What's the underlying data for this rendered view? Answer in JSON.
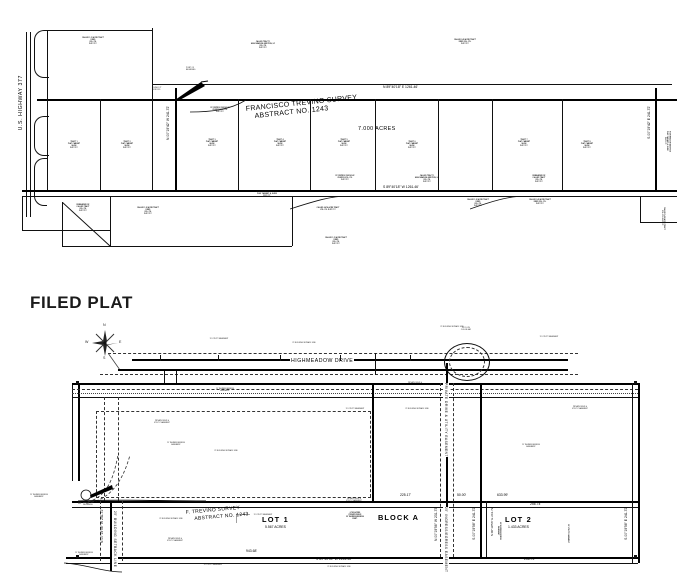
{
  "document": {
    "type": "survey-plat",
    "background_color": "#ffffff",
    "ink_color": "#111111"
  },
  "upper_plat": {
    "survey_name_line1": "FRANCISCO TREVINO SURVEY",
    "survey_name_line2": "ABSTRACT NO. 1243",
    "acreage_label": "7.000 ACRES",
    "highway_label": "U.S. HIGHWAY 377",
    "bearings": {
      "north": "N 89°40'18\" E   1261.46'",
      "south": "S 89°40'18\" W   1261.46'",
      "west_vertical": "N 00°19'42\" W   241.72'",
      "east_vertical": "S 00°19'42\" E   241.72'"
    },
    "callouts": {
      "point_of_beginning": "POINT OF\nBEGINNING",
      "found_iron": "FOUND 1/2\"\nIRON ROD"
    },
    "tracts": [
      {
        "label": "TRACT 1\nPLAT CABINET\nSLIDE\nD.R.T.C.T."
      },
      {
        "label": "TRACT 2\nPLAT CABINET\nSLIDE\nD.R.T.C.T."
      },
      {
        "label": "TRACT 3\nPLAT CABINET\nSLIDE\nD.R.T.C.T."
      },
      {
        "label": "TRACT 4\nPLAT CABINET\nSLIDE\nD.R.T.C.T."
      },
      {
        "label": "TRACT 5\nPLAT CABINET\nSLIDE\nD.R.T.C.T."
      },
      {
        "label": "TRACT 6\nPLAT CABINET\nSLIDE\nD.R.T.C.T."
      },
      {
        "label": "TRACT 7\nPLAT CABINET\nSLIDE\nD.R.T.C.T."
      },
      {
        "label": "TRACT 8\nPLAT CABINET\nSLIDE\nD.R.T.C.T."
      }
    ],
    "owner_notes": [
      "CALLED 1.21 ACRE TRACT\nDEED\nVOL.    PG.\nD.R.T.C.T.",
      "CALLED TRACT 1\nHIGH MEADOW ADDITION, LP.\nVOL.    PG.\nD.R.T.C.T.",
      "ST. PATRICK CATHOLIC\nCHURCH  VOL.    PG.\nD.R.T.C.T.",
      "CALLED 1.22 ACRE TRACT\nDEED\nVOL.    PG.\nD.R.T.C.T.",
      "CALLED 0.65 ACRE TRACT\nDEED  VOL.    PG.\nD.R.T.C.T.",
      "HIGH MEADOW ADDITION\nPLAT CABINET A, SLIDE\nP.R.T.C.T.",
      "REMAINDER OF\nCALLED TRACT\nVOL.    PG.\nD.R.T.C.T.",
      "CALLED 0.474 ACRE TRACT\nVOL.    PG.    D.R.T.C.T."
    ]
  },
  "lower_plat": {
    "title": "FILED PLAT",
    "survey_name_line1": "F. TREVINO SURVEY",
    "survey_name_line2": "ABSTRACT NO. 1243",
    "street_name": "HIGHMEADOW DRIVE",
    "block_label": "BLOCK A",
    "compass": {
      "north": "N",
      "east": "E",
      "south": "S",
      "west": "W"
    },
    "lots": [
      {
        "name": "LOT 1",
        "acres": "5.567 ACRES"
      },
      {
        "name": "LOT 2",
        "acres": "1.433 ACRES"
      }
    ],
    "interior_note": "0.783 ACRES\nPRIVATE DRIVE\n25' INGRESS/EGRESS\nESMT.",
    "dimensions": {
      "bottom_overall": "S 89°40'04\" W  1261.46'",
      "bottom_segment_left": "943.68'",
      "interior_a": "225.17'",
      "interior_b": "50.00'",
      "interior_c": "633.99'",
      "interior_d": "256.74'",
      "interior_e": "256.74'",
      "left_vertical": "N 00°19'56\" W  241.72'",
      "right_vertical": "S 00°19'56\" E  241.72'",
      "lot2_left_vertical": "N 00°19'56\" W  231.73'",
      "lot2_right_vertical": "S 00°19'56\" E  241.72'"
    },
    "street_labels": [
      "15' UTILITY EASEMENT",
      "25' BUILDING SETBACK LINE",
      "PRIVATE DRIVE &\nUTILITY EASEMENT",
      "25' INGRESS/EGRESS\nEASEMENT"
    ],
    "callouts": {
      "point_of_beginning": "POINT OF\nBEGINNING",
      "cul_de_sac": "50' R.O.W.\nCUL-DE-SAC"
    }
  }
}
